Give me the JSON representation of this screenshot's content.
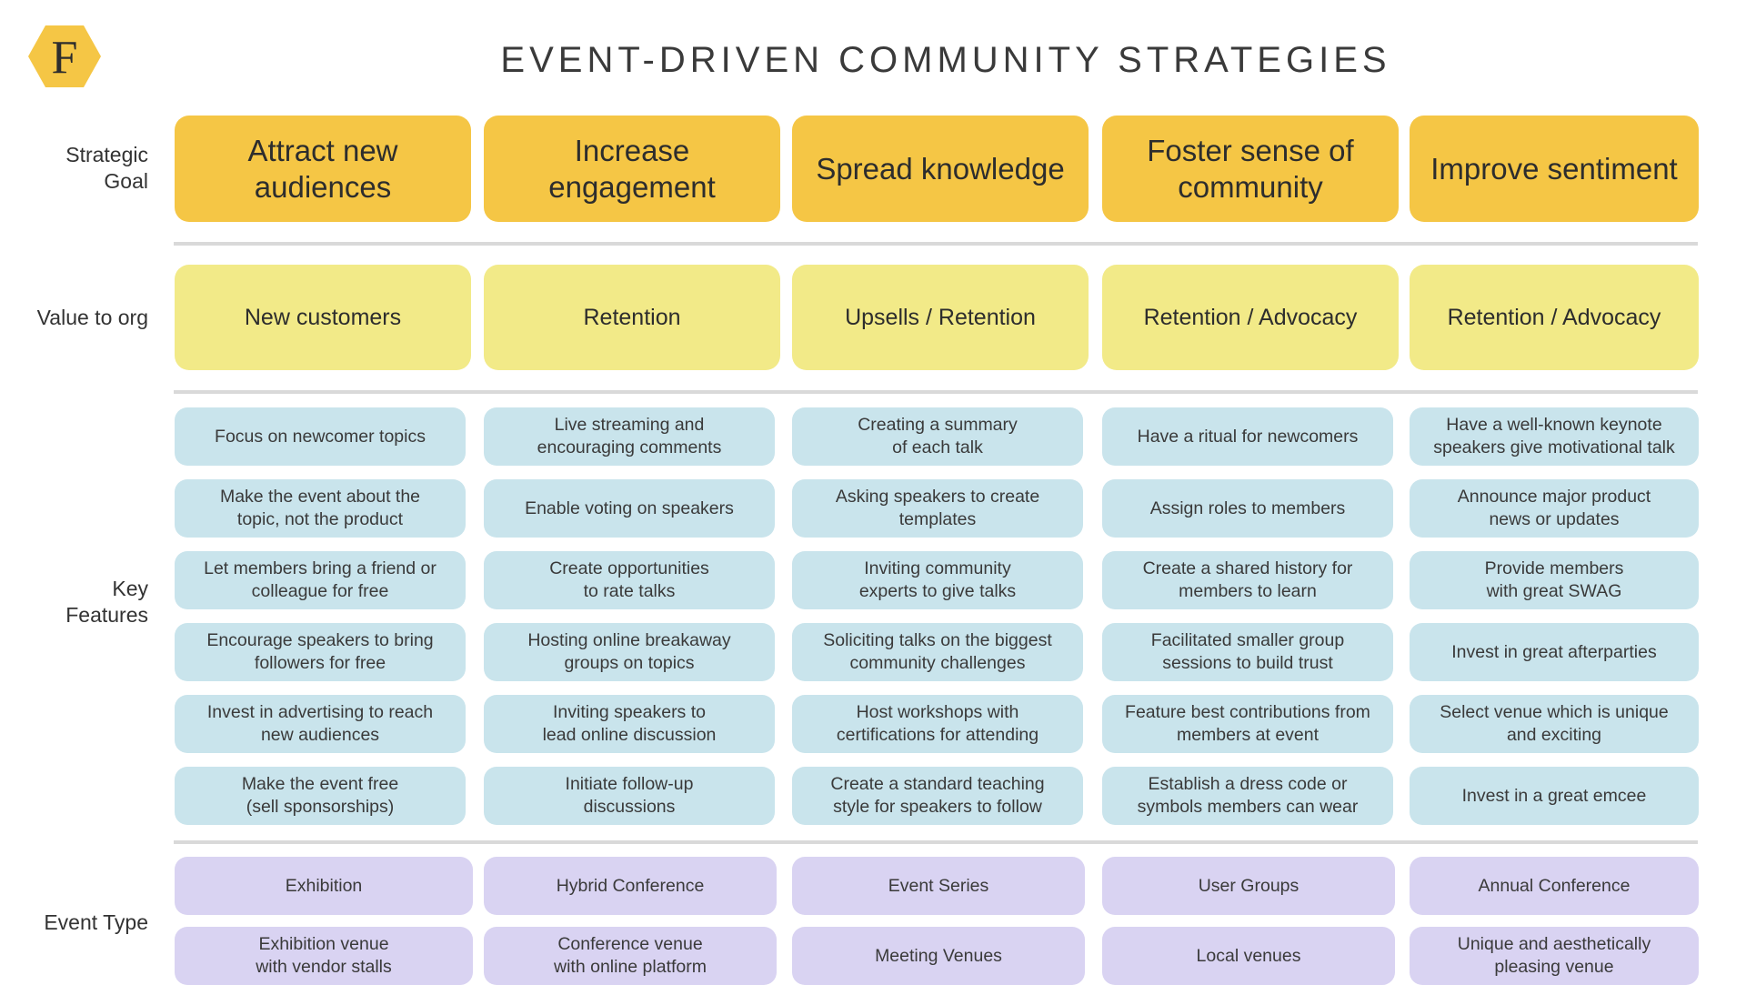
{
  "title": "EVENT-DRIVEN COMMUNITY STRATEGIES",
  "logo_letter": "F",
  "colors": {
    "goal": "#f5c645",
    "value": "#f2ea88",
    "feature": "#c9e4ec",
    "event_type": "#d9d3f2",
    "logo": "#f5c645"
  },
  "row_labels": {
    "strategic_goal": "Strategic\nGoal",
    "value_to_org": "Value to org",
    "key_features": "Key\nFeatures",
    "event_type": "Event Type"
  },
  "columns": [
    {
      "goal": "Attract new\naudiences",
      "value": "New customers",
      "features": [
        "Focus on newcomer topics",
        "Make the event about the\ntopic, not the product",
        "Let members bring a friend or\ncolleague for free",
        "Encourage speakers to bring\nfollowers for free",
        "Invest in advertising to reach\nnew audiences",
        "Make the event free\n(sell sponsorships)"
      ],
      "event_types": [
        "Exhibition",
        "Exhibition venue\nwith vendor stalls"
      ]
    },
    {
      "goal": "Increase\nengagement",
      "value": "Retention",
      "features": [
        "Live streaming and\nencouraging comments",
        "Enable voting on speakers",
        "Create opportunities\nto rate talks",
        "Hosting online breakaway\ngroups on topics",
        "Inviting speakers to\nlead online discussion",
        "Initiate follow-up\ndiscussions"
      ],
      "event_types": [
        "Hybrid Conference",
        "Conference venue\nwith online platform"
      ]
    },
    {
      "goal": "Spread knowledge",
      "value": "Upsells / Retention",
      "features": [
        "Creating a summary\nof each talk",
        "Asking speakers to create\ntemplates",
        "Inviting community\nexperts to give talks",
        "Soliciting talks on the biggest\ncommunity challenges",
        "Host workshops with\ncertifications for attending",
        "Create a standard teaching\nstyle for speakers to follow"
      ],
      "event_types": [
        "Event Series",
        "Meeting Venues"
      ]
    },
    {
      "goal": "Foster sense of\ncommunity",
      "value": "Retention / Advocacy",
      "features": [
        "Have a ritual for newcomers",
        "Assign roles to members",
        "Create a shared history for\nmembers to learn",
        "Facilitated smaller group\nsessions to build trust",
        "Feature best contributions from\nmembers at event",
        "Establish a dress code or\nsymbols members can wear"
      ],
      "event_types": [
        "User Groups",
        "Local venues"
      ]
    },
    {
      "goal": "Improve sentiment",
      "value": "Retention / Advocacy",
      "features": [
        "Have a well-known keynote\nspeakers give motivational talk",
        "Announce major product\nnews or updates",
        "Provide members\nwith great SWAG",
        "Invest in great afterparties",
        "Select venue which is unique\nand exciting",
        "Invest in a great emcee"
      ],
      "event_types": [
        "Annual Conference",
        "Unique and aesthetically\npleasing venue"
      ]
    }
  ]
}
